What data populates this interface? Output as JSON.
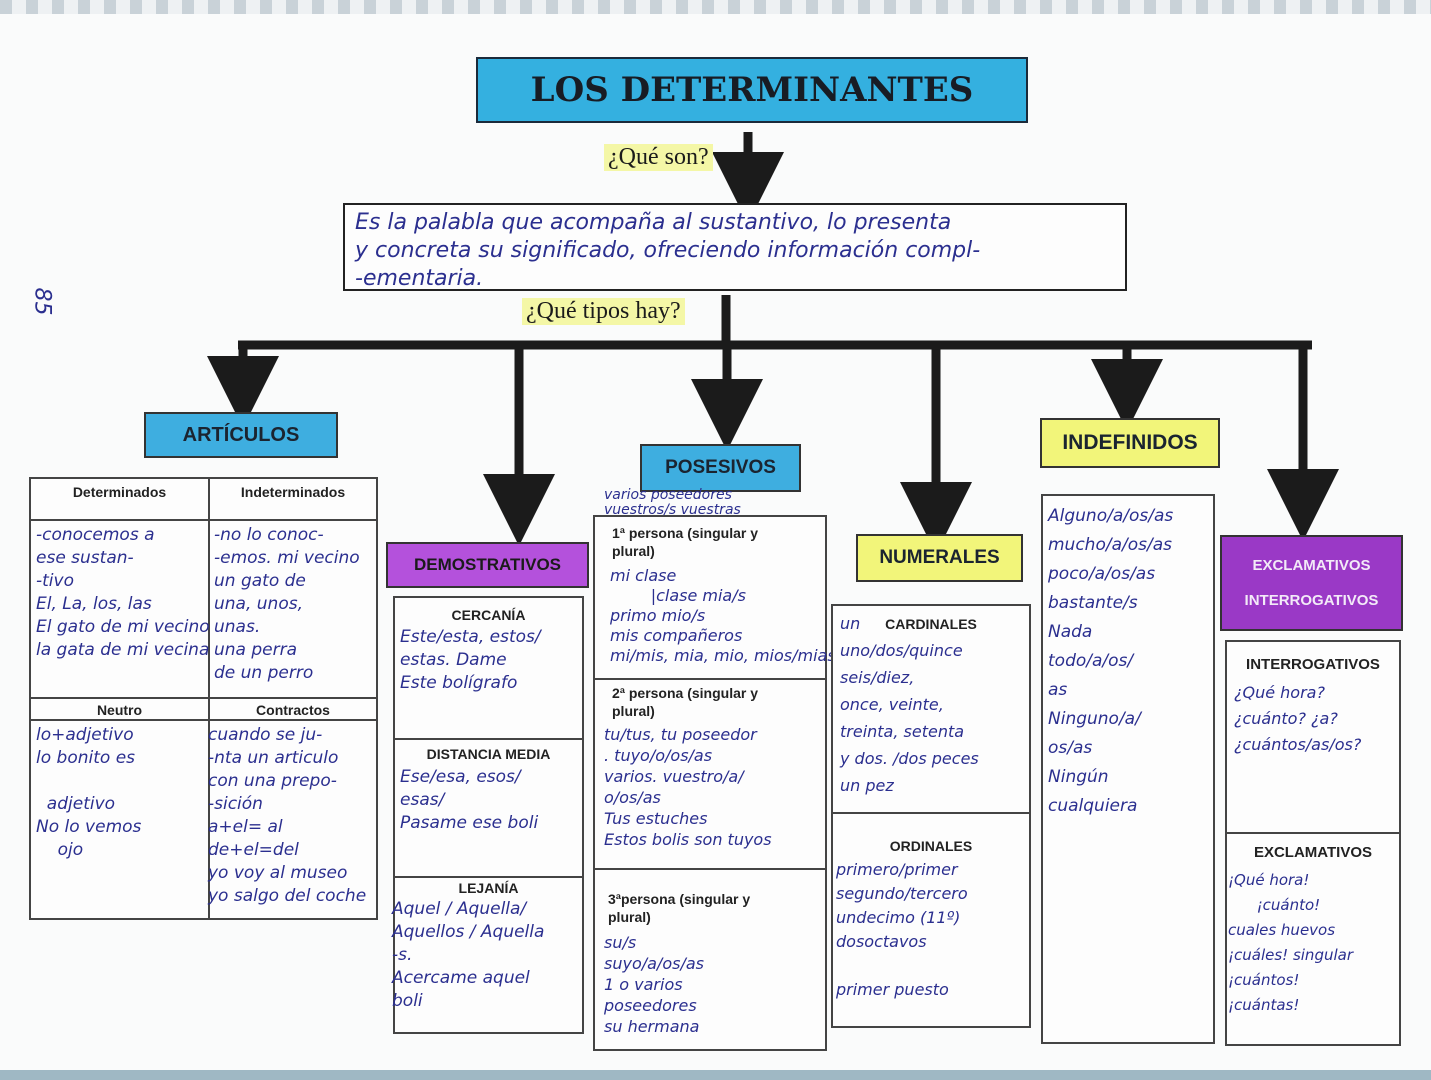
{
  "title": "LOS DETERMINANTES",
  "question_what": "¿Qué son?",
  "definition": "Es la palabla que acompaña al sustantivo, lo presenta\ny concreta su significado, ofreciendo información compl-\n-ementaria.",
  "question_types": "¿Qué tipos hay?",
  "margin_note": "85",
  "colors": {
    "blue": "#3eaee0",
    "yellow": "#f2f57a",
    "purple": "#9a39c6",
    "ink": "#2b2f8f"
  },
  "articulos": {
    "label": "ARTÍCULOS",
    "col1_header": "Determinados",
    "col2_header": "Indeterminados",
    "col1_text": "-conocemos a\nese sustan-\n-tivo\nEl, La, los, las\nEl gato de mi vecino\nla gata de mi vecina",
    "col2_text": "-no lo conoc-\n-emos. mi vecino\nun gato de\nuna, unos,\nunas.\nuna perra\nde un perro",
    "col3_header": "Neutro",
    "col4_header": "Contractos",
    "col3_text": "lo+adjetivo\nlo bonito es\n\n  adjetivo\nNo lo vemos\n    ojo",
    "col4_text": "cuando se ju-\n-nta un articulo\ncon una prepo-\n-sición\na+el= al\nde+el=del\nyo voy al museo\nyo salgo del coche"
  },
  "demostrativos": {
    "label": "DEMOSTRATIVOS",
    "cercania_title": "CERCANÍA",
    "cercania_text": "Este/esta, estos/\nestas. Dame\nEste bolígrafo",
    "media_title": "DISTANCIA MEDIA",
    "media_text": "Ese/esa, esos/\nesas/\nPasame ese boli",
    "lejania_title": "LEJANÍA",
    "lejania_text": "Aquel / Aquella/\nAquellos / Aquella\n-s.\nAcercame aquel\nboli"
  },
  "posesivos": {
    "label": "POSESIVOS",
    "note_top": "varios poseedores\nvuestros/s vuestras",
    "p1_title": "1ª persona (singular y\nplural)",
    "p1_text": "mi clase\n        |clase mia/s\nprimo mio/s\nmis compañeros\nmi/mis, mia, mio, mios/mias",
    "p2_title": "2ª persona (singular y\nplural)",
    "p2_text": "tu/tus, tu poseedor\n. tuyo/o/os/as\nvarios. vuestro/a/\no/os/as\nTus estuches\nEstos bolis son tuyos",
    "p3_title": "3ªpersona (singular y\nplural)",
    "p3_text": "su/s\nsuyo/a/os/as\n1 o varios\nposeedores\nsu hermana"
  },
  "numerales": {
    "label": "NUMERALES",
    "cardinales_title": "CARDINALES",
    "cardinales_text": "un\nuno/dos/quince\nseis/diez,\nonce, veinte,\ntreinta, setenta\ny dos. /dos peces\nun pez",
    "ordinales_title": "ORDINALES",
    "ordinales_text": "primero/primer\nsegundo/tercero\nundecimo (11º)\ndosoctavos\n\nprimer puesto"
  },
  "indefinidos": {
    "label": "INDEFINIDOS",
    "text": "Alguno/a/os/as\nmucho/a/os/as\npoco/a/os/as\nbastante/s\nNada\ntodo/a/os/\nas\nNinguno/a/\nos/as\nNingún\ncualquiera"
  },
  "excl_interr": {
    "label_top": "EXCLAMATIVOS",
    "label_bottom": "INTERROGATIVOS",
    "interr_title": "INTERROGATIVOS",
    "interr_text": "¿Qué hora?\n¿cuánto? ¿a?\n¿cuántos/as/os?",
    "excl_title": "EXCLAMATIVOS",
    "excl_text": "¡Qué hora!\n      ¡cuánto!\ncuales huevos\n¡cuáles! singular\n¡cuántos!\n¡cuántas!"
  }
}
